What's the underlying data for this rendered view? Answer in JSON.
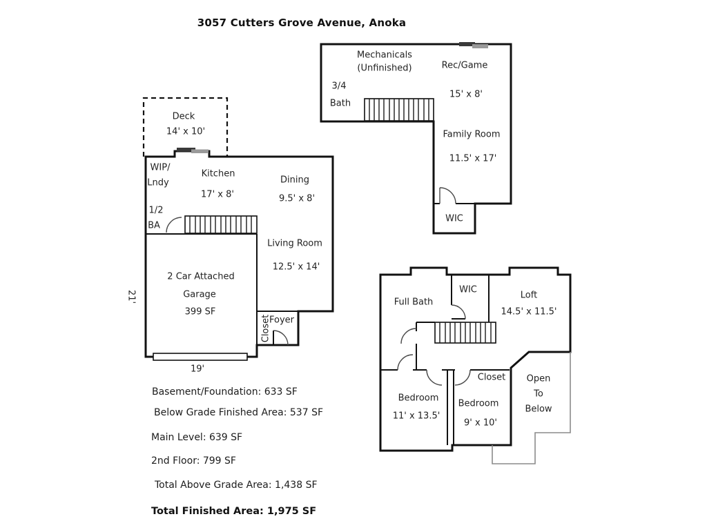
{
  "title": "3057 Cutters Grove Avenue, Anoka",
  "basement_plan": {
    "mechanicals_line1": "Mechanicals",
    "mechanicals_line2": "(Unfinished)",
    "bath_line1": "3/4",
    "bath_line2": "Bath",
    "rec_game": "Rec/Game",
    "rec_game_dim": "15' x 8'",
    "family_room": "Family Room",
    "family_room_dim": "11.5' x 17'",
    "wic": "WIC"
  },
  "main_level_plan": {
    "deck": "Deck",
    "deck_dim": "14' x 10'",
    "wip_line1": "WIP/",
    "wip_line2": "Lndy",
    "kitchen": "Kitchen",
    "kitchen_dim": "17' x 8'",
    "dining": "Dining",
    "dining_dim": "9.5' x 8'",
    "half_bath_line1": "1/2",
    "half_bath_line2": "BA",
    "living_room": "Living Room",
    "living_room_dim": "12.5' x 14'",
    "garage_line1": "2 Car Attached",
    "garage_line2": "Garage",
    "garage_line3": "399 SF",
    "closet": "Closet",
    "foyer": "Foyer",
    "width_dim": "19'",
    "depth_dim": "21'"
  },
  "second_floor_plan": {
    "full_bath": "Full Bath",
    "wic": "WIC",
    "loft": "Loft",
    "loft_dim": "14.5' x 11.5'",
    "bedroom1": "Bedroom",
    "bedroom1_dim": "11' x 13.5'",
    "bedroom2": "Bedroom",
    "bedroom2_dim": "9' x 10'",
    "closet": "Closet",
    "open_line1": "Open",
    "open_line2": "To",
    "open_line3": "Below"
  },
  "summary": {
    "basement": "Basement/Foundation: 633 SF",
    "below_grade": "Below Grade Finished Area: 537 SF",
    "main_level": "Main Level: 639 SF",
    "second_floor": "2nd Floor: 799 SF",
    "above_grade": "Total Above Grade Area: 1,438 SF",
    "total": "Total Finished Area: 1,975 SF"
  },
  "colors": {
    "wall": "#111111",
    "door_arc": "#4a4a4a",
    "open_below_outline": "#8a8a8a",
    "window_dark": "#3a3a3a",
    "window_light": "#9a9a9a",
    "background": "#ffffff"
  }
}
